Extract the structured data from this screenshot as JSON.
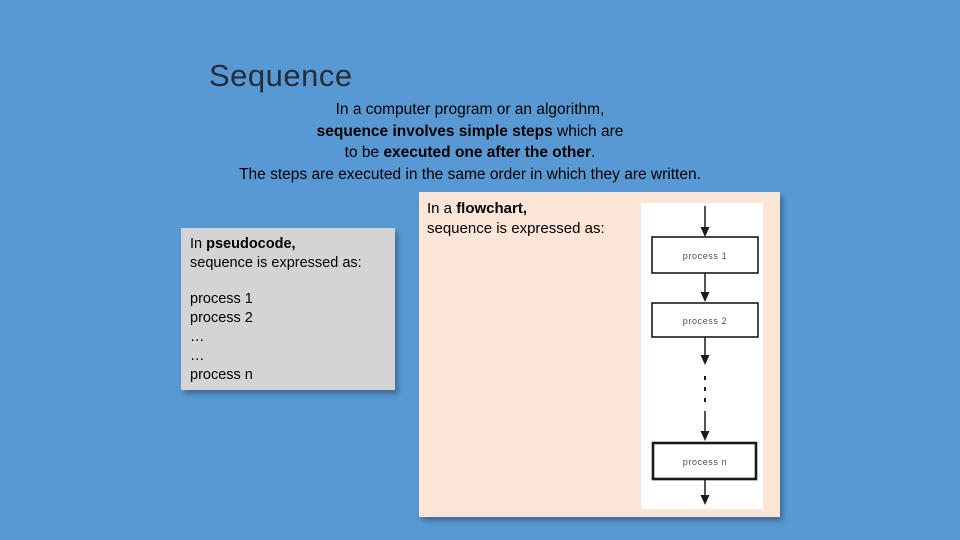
{
  "slide_title": "Sequence",
  "intro": {
    "l1": "In a computer program or an algorithm,",
    "l2_bold": "sequence involves simple steps",
    "l2_rest": " which are",
    "l3_pre": "to be ",
    "l3_bold": "executed one after the other",
    "l3_post": ".",
    "l4": "The steps are executed in the same order in which they are written."
  },
  "pseudocode_panel": {
    "heading_prefix": "In ",
    "heading_bold": "pseudocode,",
    "heading_line2": "sequence is expressed as:",
    "code_lines": [
      "process 1",
      "process 2",
      "…",
      "…",
      "process n"
    ]
  },
  "flowchart_panel": {
    "heading_prefix": "In a ",
    "heading_bold": "flowchart,",
    "heading_line2": "sequence is expressed as:",
    "nodes": [
      "process 1",
      "process 2",
      "process n"
    ]
  },
  "colors": {
    "background": "#5999d3",
    "pseudocode_panel_bg": "#d4d4d4",
    "flowchart_panel_bg": "#fbe5d6",
    "flowchart_figure_bg": "#ffffff",
    "title_text": "#252e38",
    "body_text": "#000000",
    "diagram_stroke": "#1a1a1a"
  }
}
